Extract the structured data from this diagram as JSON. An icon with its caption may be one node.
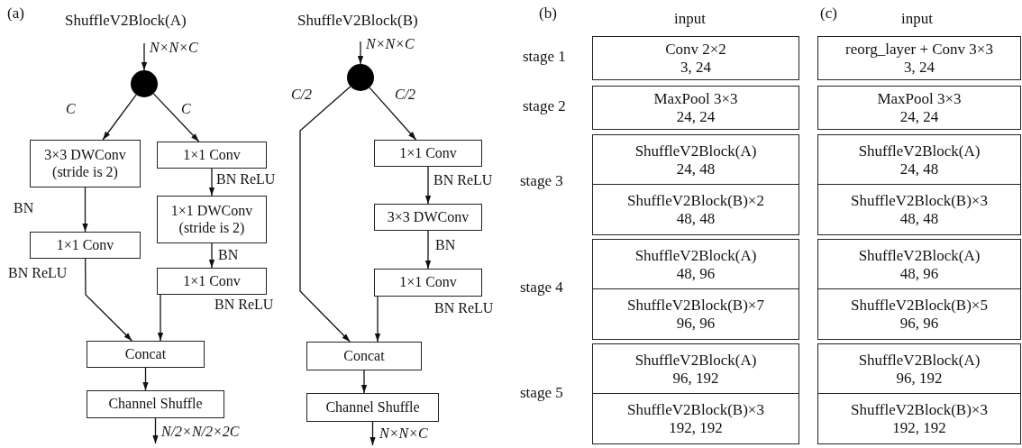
{
  "diagram": {
    "nodes": [
      {
        "text": [],
        "shape": "circle"
      },
      {
        "text": [
          "3×3 DWConv (stride is 2)"
        ]
      },
      {
        "text": [
          "1×1 Conv"
        ]
      },
      {
        "text": [
          "1×1 Conv"
        ]
      },
      {
        "text": [
          "1×1 DWConv (stride is 2)"
        ]
      },
      {
        "text": [
          "1×1 Conv"
        ]
      },
      {
        "text": [
          "Concat"
        ]
      },
      {
        "text": [
          "Channel Shuffle"
        ]
      },
      {
        "text": [],
        "shape": "circle"
      },
      {
        "text": [
          "1×1 Conv"
        ]
      },
      {
        "text": [
          "3×3 DWConv"
        ]
      },
      {
        "text": [
          "1×1 Conv"
        ]
      },
      {
        "text": [
          "Concat"
        ]
      },
      {
        "text": [
          "Channel Shuffle"
        ]
      },
      {
        "text": [
          "Conv 2×2",
          "3, 24"
        ]
      },
      {
        "text": [
          "MaxPool 3×3",
          "24, 24"
        ]
      },
      {
        "text": [
          "ShuffleV2Block(A)",
          "24, 48"
        ]
      },
      {
        "text": [
          "ShuffleV2Block(B)×2",
          "48, 48"
        ]
      },
      {
        "text": [
          "ShuffleV2Block(A)",
          "48, 96"
        ]
      },
      {
        "text": [
          "ShuffleV2Block(B)×7",
          "96, 96"
        ]
      },
      {
        "text": [
          "ShuffleV2Block(A)",
          "96, 192"
        ]
      },
      {
        "text": [
          "ShuffleV2Block(B)×3",
          "192, 192"
        ]
      },
      {
        "text": [
          "reorg_layer + Conv 3×3",
          "3, 24"
        ]
      },
      {
        "text": [
          "MaxPool 3×3",
          "24, 24"
        ]
      },
      {
        "text": [
          "ShuffleV2Block(A)",
          "24, 48"
        ]
      },
      {
        "text": [
          "ShuffleV2Block(B)×3",
          "48, 48"
        ]
      },
      {
        "text": [
          "ShuffleV2Block(A)",
          "48, 96"
        ]
      },
      {
        "text": [
          "ShuffleV2Block(B)×5",
          "96, 96"
        ]
      },
      {
        "text": [
          "ShuffleV2Block(A)",
          "96, 192"
        ]
      },
      {
        "text": [
          "ShuffleV2Block(B)×3",
          "192, 192"
        ]
      }
    ],
    "edges": [
      {
        "from": null,
        "to": 0,
        "arrow": "to",
        "label": "N×N×C"
      },
      {
        "from": 0,
        "to": 1,
        "arrow": "to",
        "label": "C"
      },
      {
        "from": 0,
        "to": 2,
        "arrow": "to",
        "label": "C"
      },
      {
        "from": 1,
        "to": 3,
        "arrow": "to",
        "label": "BN"
      },
      {
        "from": 2,
        "to": 4,
        "arrow": "to",
        "label": "BN ReLU"
      },
      {
        "from": 4,
        "to": 5,
        "arrow": "to",
        "label": "BN"
      },
      {
        "from": 3,
        "to": 6,
        "arrow": "to",
        "label": "BN ReLU"
      },
      {
        "from": 5,
        "to": 6,
        "arrow": "to",
        "label": "BN ReLU"
      },
      {
        "from": 6,
        "to": 7,
        "arrow": "to"
      },
      {
        "from": 7,
        "to": null,
        "arrow": "to",
        "label": "N/2×N/2×2C"
      },
      {
        "from": null,
        "to": 8,
        "arrow": "to",
        "label": "N×N×C"
      },
      {
        "from": 8,
        "to": 12,
        "arrow": "to",
        "label": "C/2"
      },
      {
        "from": 8,
        "to": 9,
        "arrow": "to",
        "label": "C/2"
      },
      {
        "from": 9,
        "to": 10,
        "arrow": "to",
        "label": "BN ReLU"
      },
      {
        "from": 10,
        "to": 11,
        "arrow": "to",
        "label": "BN"
      },
      {
        "from": 11,
        "to": 12,
        "arrow": "to",
        "label": "BN ReLU"
      },
      {
        "from": 12,
        "to": 13,
        "arrow": "to"
      },
      {
        "from": 13,
        "to": null,
        "arrow": "to",
        "label": "N×N×C"
      }
    ],
    "labels": [
      "(a)",
      "ShuffleV2Block(A)",
      "ShuffleV2Block(B)",
      "(b)",
      "input",
      "(c)",
      "input",
      "stage 1",
      "stage 2",
      "stage 3",
      "stage 4",
      "stage 5"
    ]
  }
}
